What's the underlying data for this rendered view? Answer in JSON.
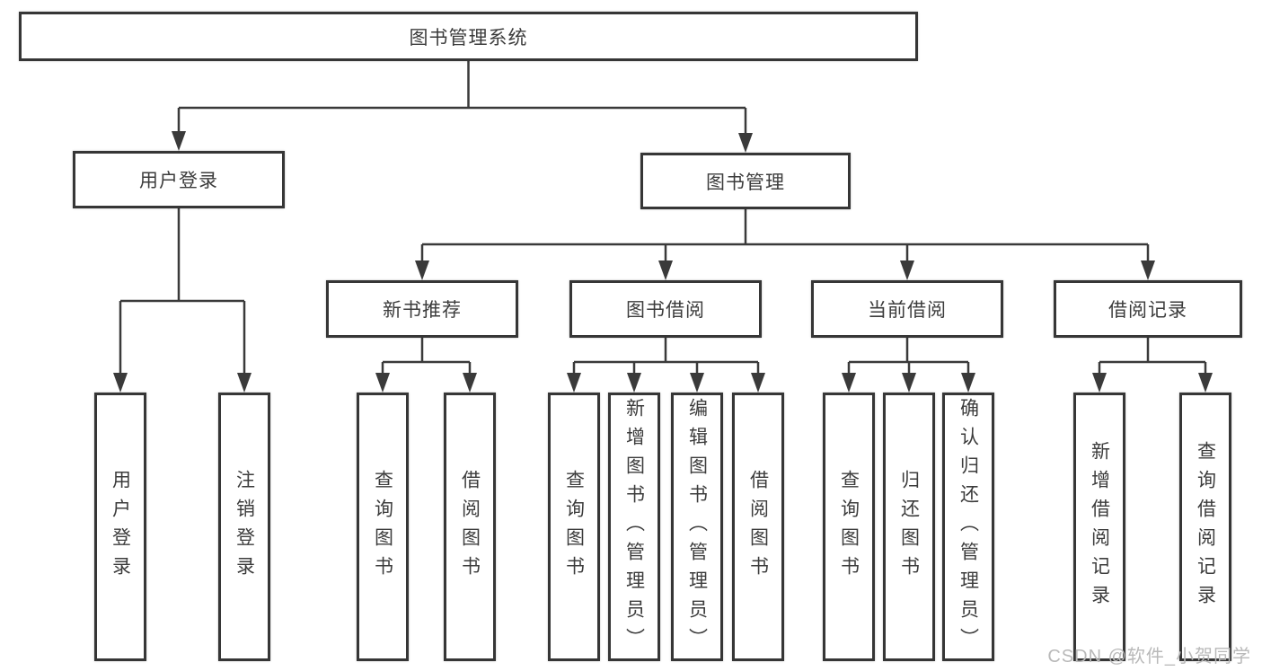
{
  "diagram": {
    "title": "图书管理系统",
    "branches": [
      {
        "label": "用户登录",
        "children": [
          {
            "label": "用户登录"
          },
          {
            "label": "注销登录"
          }
        ]
      },
      {
        "label": "图书管理",
        "children": [
          {
            "label": "新书推荐",
            "children": [
              {
                "label": "查询图书"
              },
              {
                "label": "借阅图书"
              }
            ]
          },
          {
            "label": "图书借阅",
            "children": [
              {
                "label": "查询图书"
              },
              {
                "label": "新增图书（管理员）"
              },
              {
                "label": "编辑图书（管理员）"
              },
              {
                "label": "借阅图书"
              }
            ]
          },
          {
            "label": "当前借阅",
            "children": [
              {
                "label": "查询图书"
              },
              {
                "label": "归还图书"
              },
              {
                "label": "确认归还（管理员）"
              }
            ]
          },
          {
            "label": "借阅记录",
            "children": [
              {
                "label": "新增借阅记录"
              },
              {
                "label": "查询借阅记录"
              }
            ]
          }
        ]
      }
    ]
  },
  "watermark": "CSDN @软件_小贺同学",
  "colors": {
    "line": "#3a3a3a",
    "box_border": "#363636",
    "text": "#3c3c3c",
    "watermark": "#b9b9b9",
    "background": "#ffffff"
  }
}
